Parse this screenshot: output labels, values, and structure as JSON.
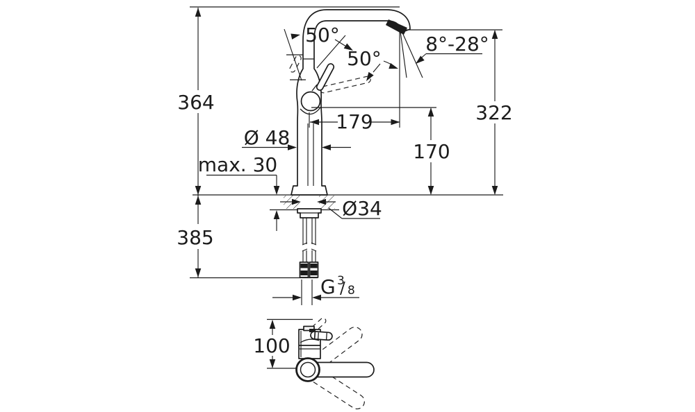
{
  "labels": {
    "total_height": "364",
    "below_counter_depth": "385",
    "lever_open_angle": "50°",
    "lever_swing_angle": "50°",
    "stream_angle_range": "8°-28°",
    "outlet_height": "322",
    "spout_reach": "179",
    "outlet_clearance": "170",
    "body_diameter": "Ø 48",
    "max_counter_thickness": "max. 30",
    "mounting_hole_diameter": "Ø34",
    "thread_g": "G",
    "thread_numerator": "3",
    "thread_slash": "/",
    "thread_denominator": "8",
    "handle_reach_top_view": "100"
  },
  "colors": {
    "ink": "#1c1c1c",
    "background": "#ffffff"
  }
}
